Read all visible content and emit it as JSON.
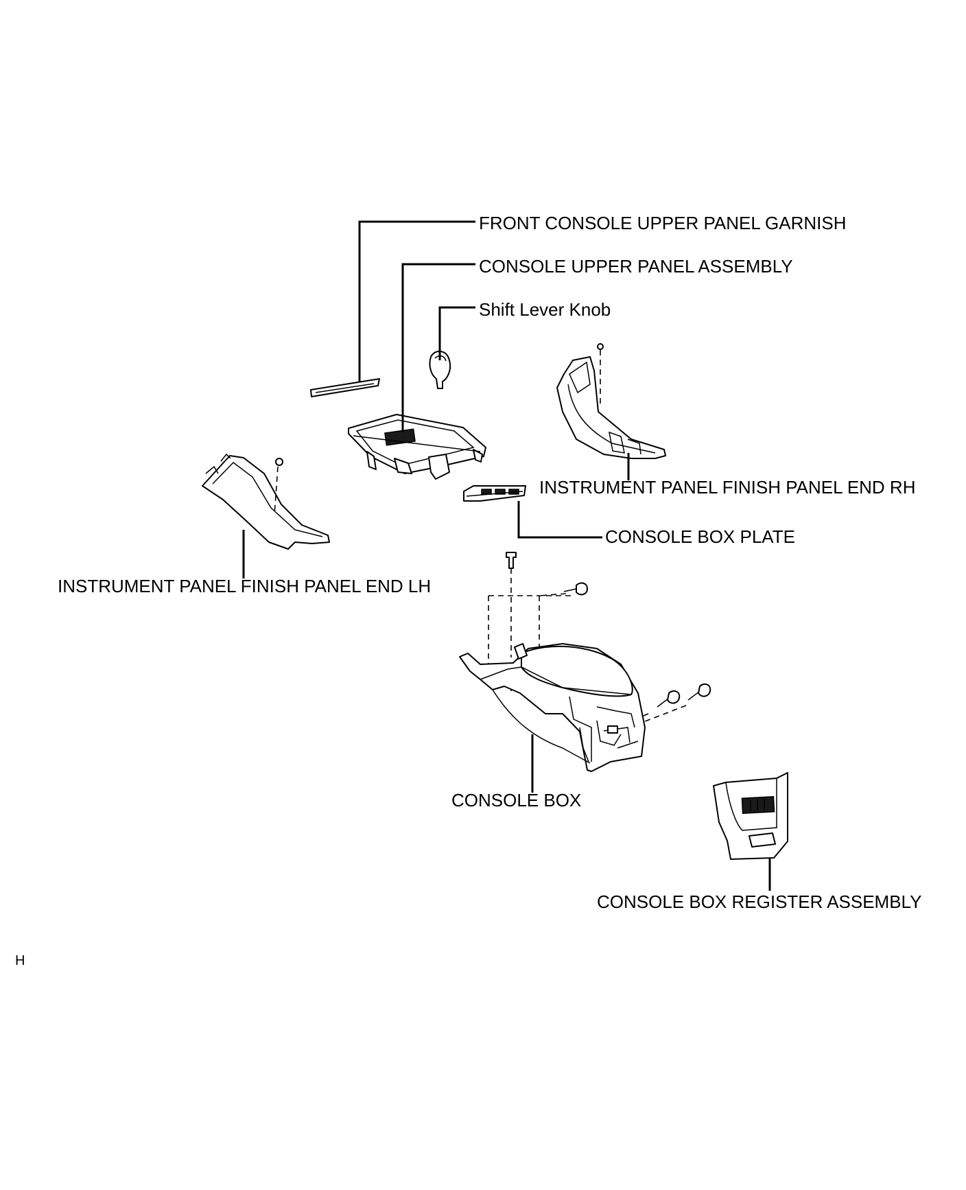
{
  "labels": {
    "front_console_upper_panel_garnish": "FRONT CONSOLE UPPER PANEL GARNISH",
    "console_upper_panel_assembly": "CONSOLE UPPER PANEL ASSEMBLY",
    "shift_lever_knob": "Shift Lever Knob",
    "instrument_panel_finish_panel_end_rh": "INSTRUMENT PANEL FINISH PANEL END RH",
    "console_box_plate": "CONSOLE BOX PLATE",
    "instrument_panel_finish_panel_end_lh": "INSTRUMENT PANEL FINISH PANEL END LH",
    "console_box": "CONSOLE BOX",
    "console_box_register_assembly": "CONSOLE BOX REGISTER ASSEMBLY"
  },
  "corner_mark": "H"
}
